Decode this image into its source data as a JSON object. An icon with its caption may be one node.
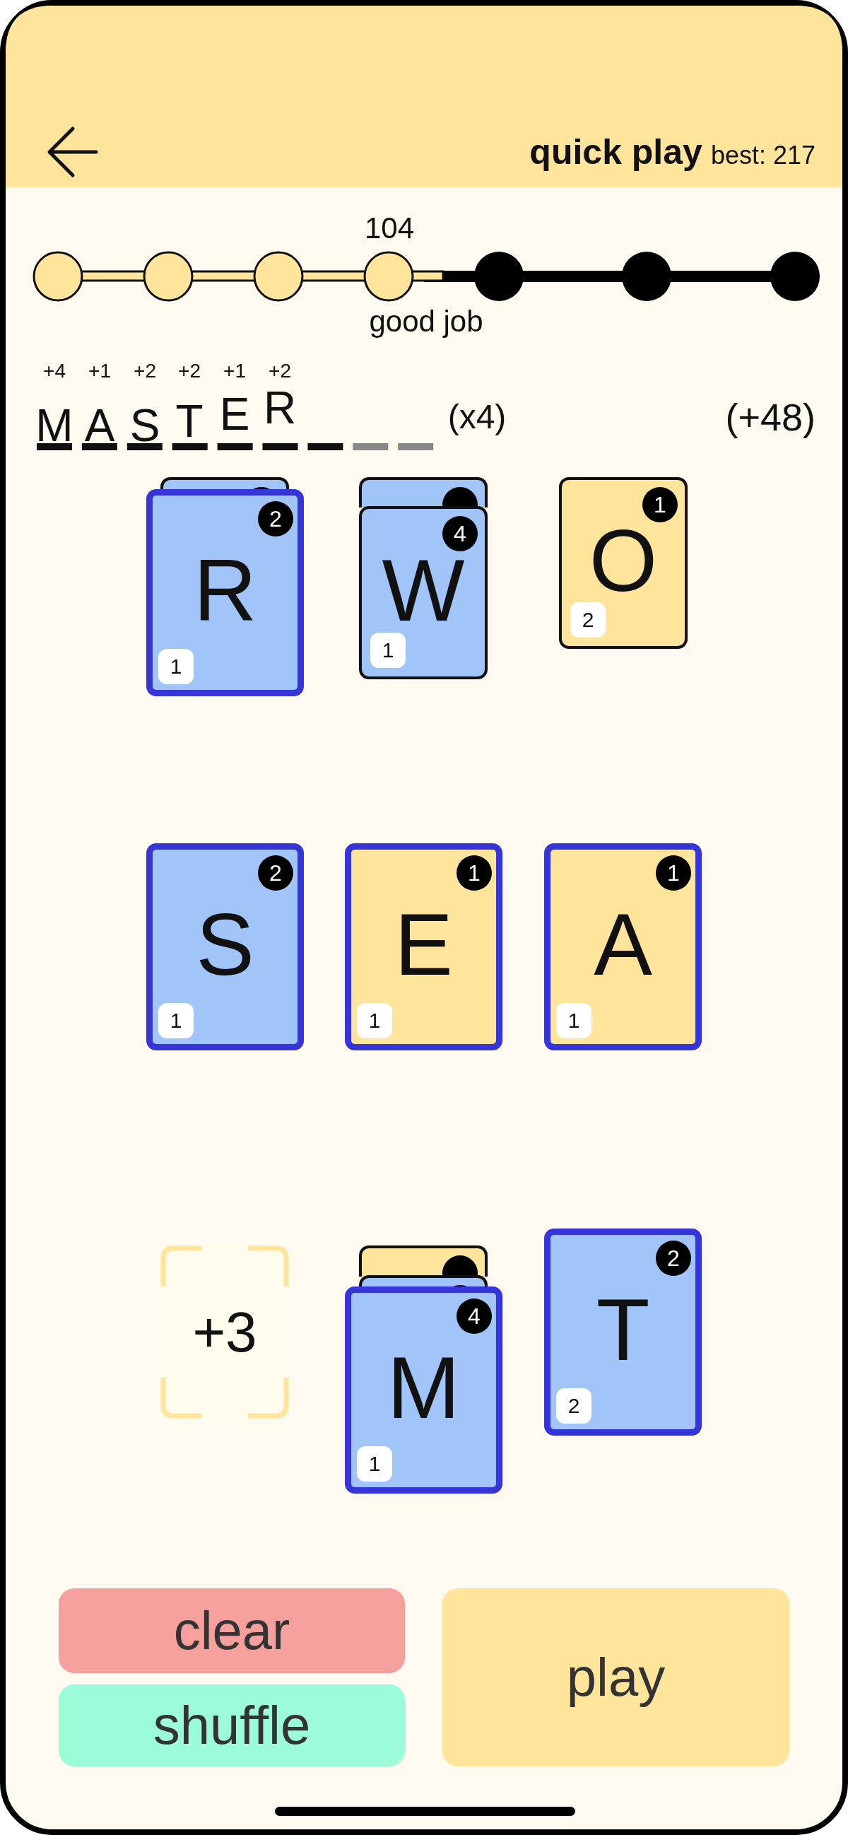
{
  "diagram": {
    "title": "quick play",
    "nodes": [
      {
        "text": [],
        "shape": "box"
      },
      {
        "text": [
          "2",
          "R",
          "1"
        ]
      },
      {
        "text": [],
        "shape": "box"
      },
      {
        "text": [
          "4",
          "W",
          "1"
        ]
      },
      {
        "text": [
          "1",
          "O",
          "2"
        ]
      },
      {
        "text": [
          "2",
          "S",
          "1"
        ]
      },
      {
        "text": [
          "1",
          "E",
          "1"
        ]
      },
      {
        "text": [
          "1",
          "A",
          "1"
        ]
      },
      {
        "text": [
          "+3"
        ]
      },
      {
        "text": [],
        "shape": "box"
      },
      {
        "text": [],
        "shape": "box"
      },
      {
        "text": [
          "4",
          "M",
          "1"
        ]
      },
      {
        "text": [
          "2",
          "T",
          "2"
        ]
      },
      {
        "text": [
          "clear"
        ]
      },
      {
        "text": [
          "shuffle"
        ]
      },
      {
        "text": [
          "play"
        ]
      }
    ],
    "labels": [
      "best: 217",
      "104",
      "good job",
      "+4",
      "+1",
      "+2",
      "+2",
      "+1",
      "+2",
      "M",
      "A",
      "S",
      "T",
      "E",
      "R",
      "(x4)",
      "(+48)"
    ]
  }
}
